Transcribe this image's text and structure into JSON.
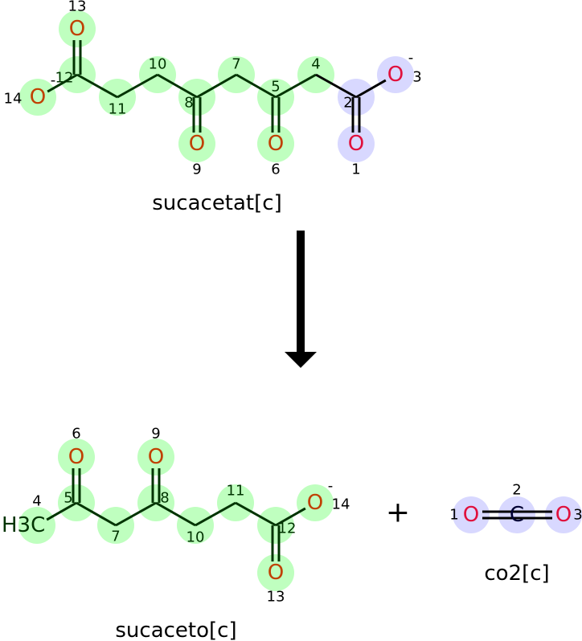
{
  "reaction": {
    "reactants": [
      {
        "name": "sucacetat[c]",
        "atoms": [
          {
            "id": "1",
            "el": "O",
            "map": "changed"
          },
          {
            "id": "2",
            "el": "C",
            "map": "changed"
          },
          {
            "id": "3",
            "el": "O",
            "charge": "-",
            "map": "changed"
          },
          {
            "id": "4",
            "el": "C",
            "map": "kept"
          },
          {
            "id": "5",
            "el": "C",
            "map": "kept"
          },
          {
            "id": "6",
            "el": "O",
            "map": "kept"
          },
          {
            "id": "7",
            "el": "C",
            "map": "kept"
          },
          {
            "id": "8",
            "el": "C",
            "map": "kept"
          },
          {
            "id": "9",
            "el": "O",
            "map": "kept"
          },
          {
            "id": "10",
            "el": "C",
            "map": "kept"
          },
          {
            "id": "11",
            "el": "C",
            "map": "kept"
          },
          {
            "id": "12",
            "el": "C",
            "map": "kept"
          },
          {
            "id": "13",
            "el": "O",
            "map": "kept"
          },
          {
            "id": "14",
            "el": "O",
            "charge": "-",
            "map": "kept"
          }
        ]
      }
    ],
    "arrow": "→",
    "plus": "+",
    "products": [
      {
        "name": "sucaceto[c]",
        "atoms": [
          {
            "id": "4",
            "el": "H3C",
            "map": "kept"
          },
          {
            "id": "5",
            "el": "C",
            "map": "kept"
          },
          {
            "id": "6",
            "el": "O",
            "map": "kept"
          },
          {
            "id": "7",
            "el": "C",
            "map": "kept"
          },
          {
            "id": "8",
            "el": "C",
            "map": "kept"
          },
          {
            "id": "9",
            "el": "O",
            "map": "kept"
          },
          {
            "id": "10",
            "el": "C",
            "map": "kept"
          },
          {
            "id": "11",
            "el": "C",
            "map": "kept"
          },
          {
            "id": "12",
            "el": "C",
            "map": "kept"
          },
          {
            "id": "13",
            "el": "O",
            "map": "kept"
          },
          {
            "id": "14",
            "el": "O",
            "charge": "-",
            "map": "kept"
          }
        ]
      },
      {
        "name": "co2[c]",
        "atoms": [
          {
            "id": "1",
            "el": "O",
            "map": "changed"
          },
          {
            "id": "2",
            "el": "C",
            "map": "changed"
          },
          {
            "id": "3",
            "el": "O",
            "map": "changed"
          }
        ]
      }
    ]
  },
  "colors": {
    "kept_highlight": "#bfffbf",
    "changed_highlight": "#d8d8ff",
    "oxygen_kept": "#c04000",
    "oxygen_changed": "#e0103c",
    "bond_kept": "#003300",
    "bond_changed": "#000000"
  }
}
